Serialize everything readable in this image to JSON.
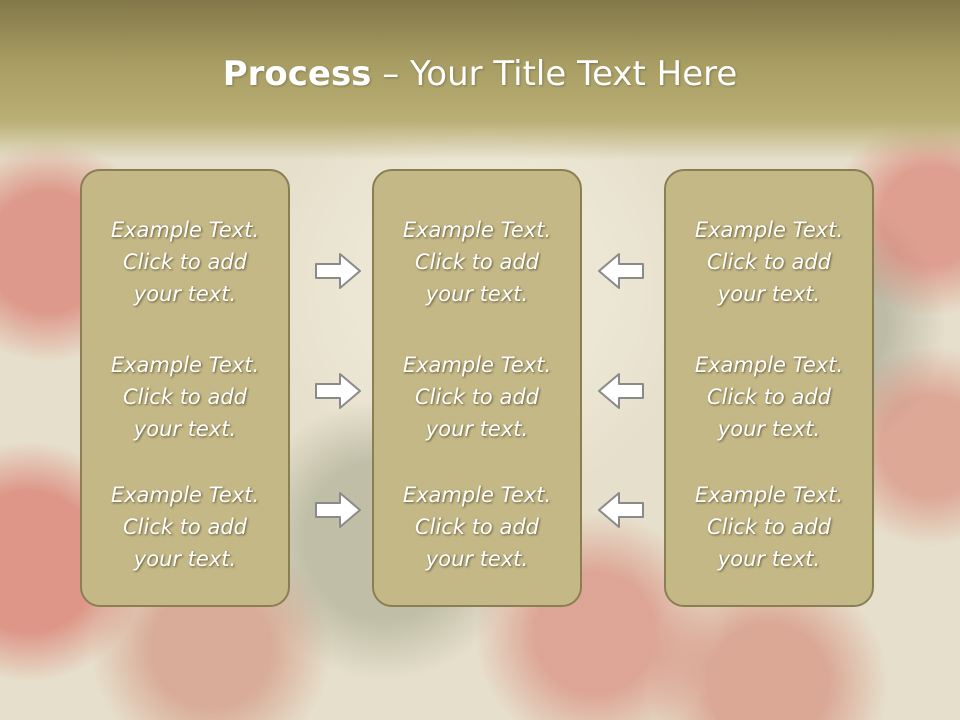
{
  "title": {
    "bold": "Process",
    "rest": " – Your Title Text Here"
  },
  "columns": [
    {
      "items": [
        [
          "Example Text.",
          "Click  to add",
          "your text."
        ],
        [
          "Example Text.",
          "Click  to add",
          "your text."
        ],
        [
          "Example Text.",
          "Click  to add",
          "your text."
        ]
      ]
    },
    {
      "items": [
        [
          "Example Text.",
          "Click  to add",
          "your text."
        ],
        [
          "Example Text.",
          "Click  to add",
          "your text."
        ],
        [
          "Example Text.",
          "Click  to add",
          "your text."
        ]
      ]
    },
    {
      "items": [
        [
          "Example Text.",
          "Click  to add",
          "your text."
        ],
        [
          "Example Text.",
          "Click  to add",
          "your text."
        ],
        [
          "Example Text.",
          "Click  to add",
          "your text."
        ]
      ]
    }
  ],
  "arrows": {
    "left_group": "right-arrow-icon",
    "right_group": "left-arrow-icon"
  },
  "colors": {
    "header": "#a89d63",
    "box_fill": "#c4b887",
    "box_border": "#8a7f52",
    "text": "#ffffff"
  }
}
